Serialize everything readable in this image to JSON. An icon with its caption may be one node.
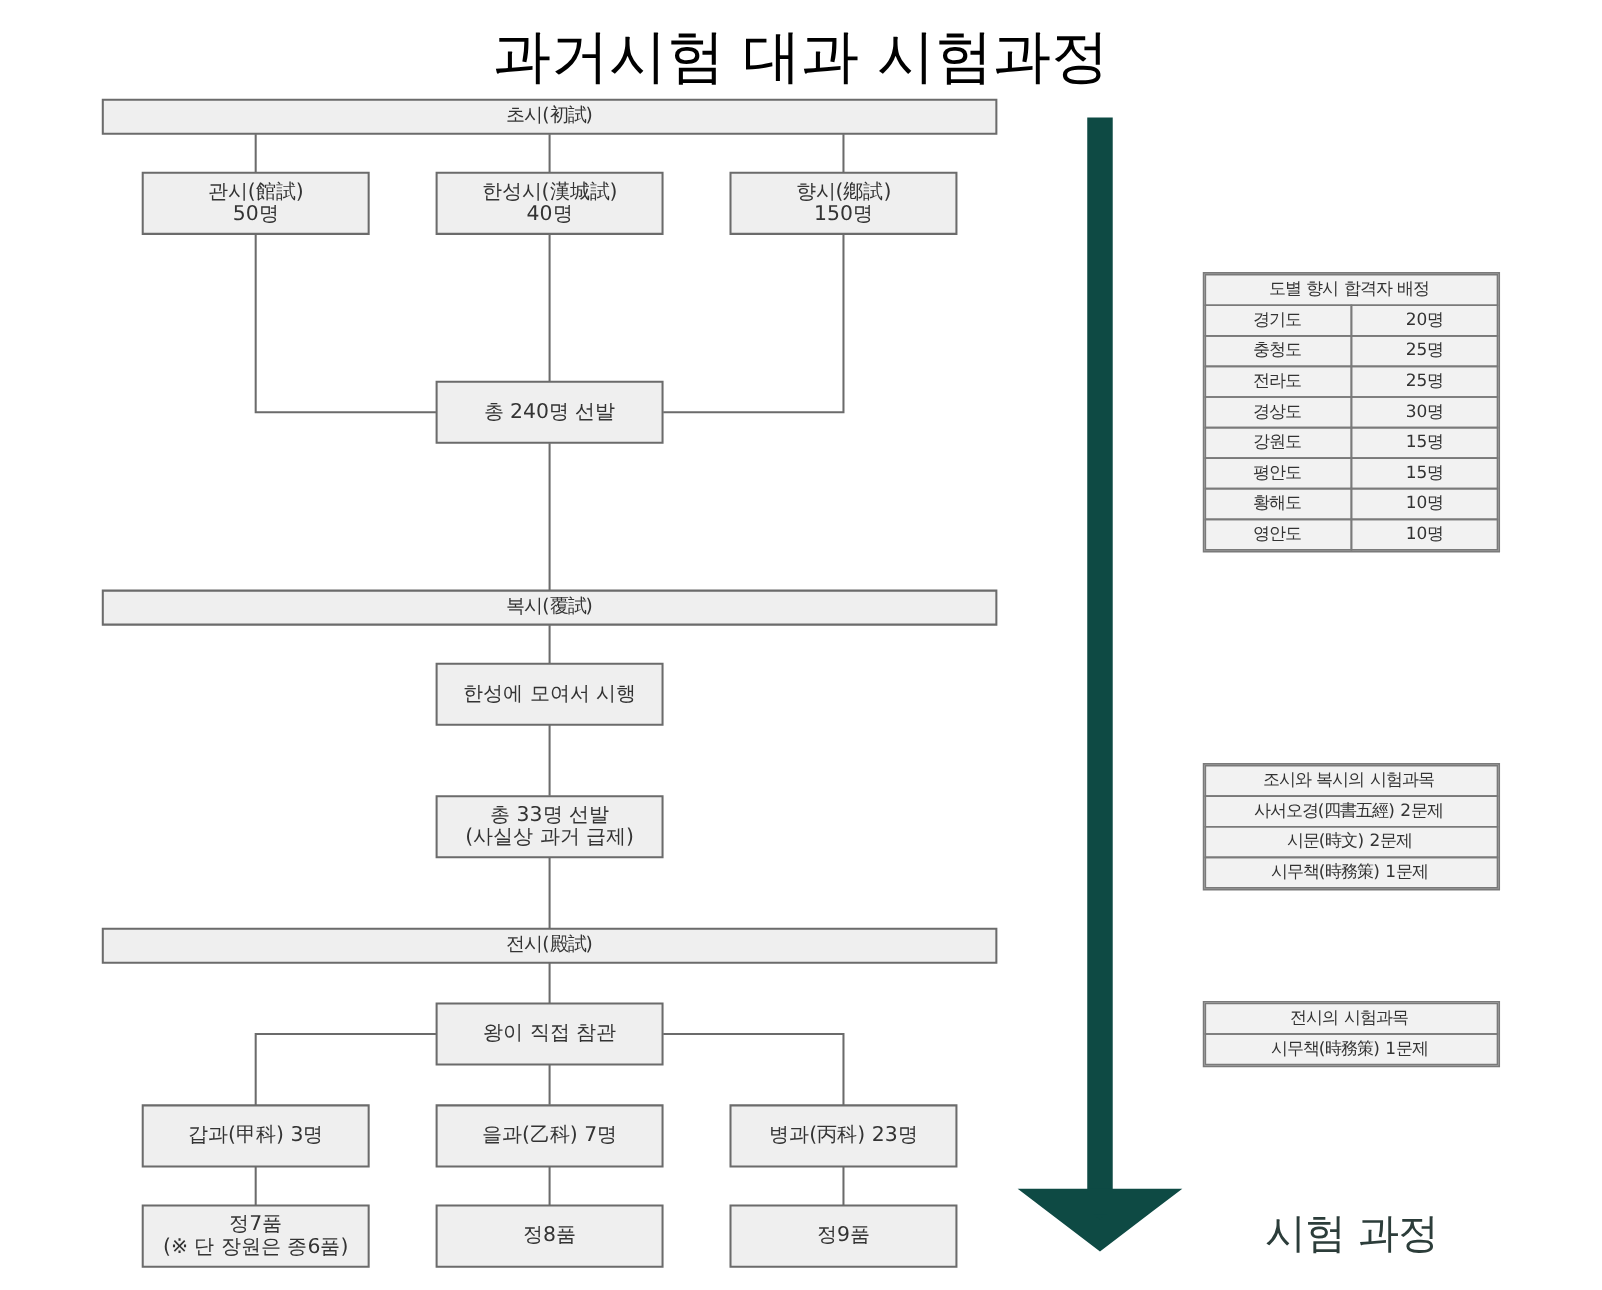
{
  "diagram": {
    "title": "과거시험 대과 시험과정",
    "nodes": [
      {
        "text": [
          "초시(初試)"
        ]
      },
      {
        "text": [
          "관시(館試)",
          "50명"
        ]
      },
      {
        "text": [
          "한성시(漢城試)",
          "40명"
        ]
      },
      {
        "text": [
          "향시(鄕試)",
          "150명"
        ]
      },
      {
        "text": [
          "총 240명 선발"
        ]
      },
      {
        "text": [
          "복시(覆試)"
        ]
      },
      {
        "text": [
          "한성에 모여서 시행"
        ]
      },
      {
        "text": [
          "총 33명 선발",
          "(사실상 과거 급제)"
        ]
      },
      {
        "text": [
          "전시(殿試)"
        ]
      },
      {
        "text": [
          "왕이 직접 참관"
        ]
      },
      {
        "text": [
          "갑과(甲科) 3명"
        ]
      },
      {
        "text": [
          "을과(乙科) 7명"
        ]
      },
      {
        "text": [
          "병과(丙科) 23명"
        ]
      },
      {
        "text": [
          "정7품",
          "(※ 단 장원은 종6품)"
        ]
      },
      {
        "text": [
          "정8품"
        ]
      },
      {
        "text": [
          "정9품"
        ]
      }
    ],
    "edges": [
      {
        "from": 0,
        "to": 1,
        "arrow": "none"
      },
      {
        "from": 0,
        "to": 2,
        "arrow": "none"
      },
      {
        "from": 0,
        "to": 3,
        "arrow": "none"
      },
      {
        "from": 1,
        "to": 4,
        "arrow": "none"
      },
      {
        "from": 2,
        "to": 4,
        "arrow": "none"
      },
      {
        "from": 3,
        "to": 4,
        "arrow": "none"
      },
      {
        "from": 4,
        "to": 5,
        "arrow": "none"
      },
      {
        "from": 5,
        "to": 6,
        "arrow": "none"
      },
      {
        "from": 6,
        "to": 7,
        "arrow": "none"
      },
      {
        "from": 7,
        "to": 8,
        "arrow": "none"
      },
      {
        "from": 8,
        "to": 9,
        "arrow": "none"
      },
      {
        "from": 9,
        "to": 10,
        "arrow": "none"
      },
      {
        "from": 9,
        "to": 11,
        "arrow": "none"
      },
      {
        "from": 9,
        "to": 12,
        "arrow": "none"
      },
      {
        "from": 10,
        "to": 13,
        "arrow": "none"
      },
      {
        "from": 11,
        "to": 14,
        "arrow": "none"
      },
      {
        "from": 12,
        "to": 15,
        "arrow": "none"
      }
    ],
    "labels": [
      "도별 향시 합격자 배정",
      "경기도",
      "20명",
      "충청도",
      "25명",
      "전라도",
      "25명",
      "경상도",
      "30명",
      "강원도",
      "15명",
      "평안도",
      "15명",
      "황해도",
      "10명",
      "영안도",
      "10명",
      "조시와 복시의 시험과목",
      "사서오경(四書五經) 2문제",
      "시문(時文) 2문제",
      "시무책(時務策) 1문제",
      "전시의 시험과목",
      "시무책(時務策) 1문제",
      "시험 과정"
    ]
  }
}
